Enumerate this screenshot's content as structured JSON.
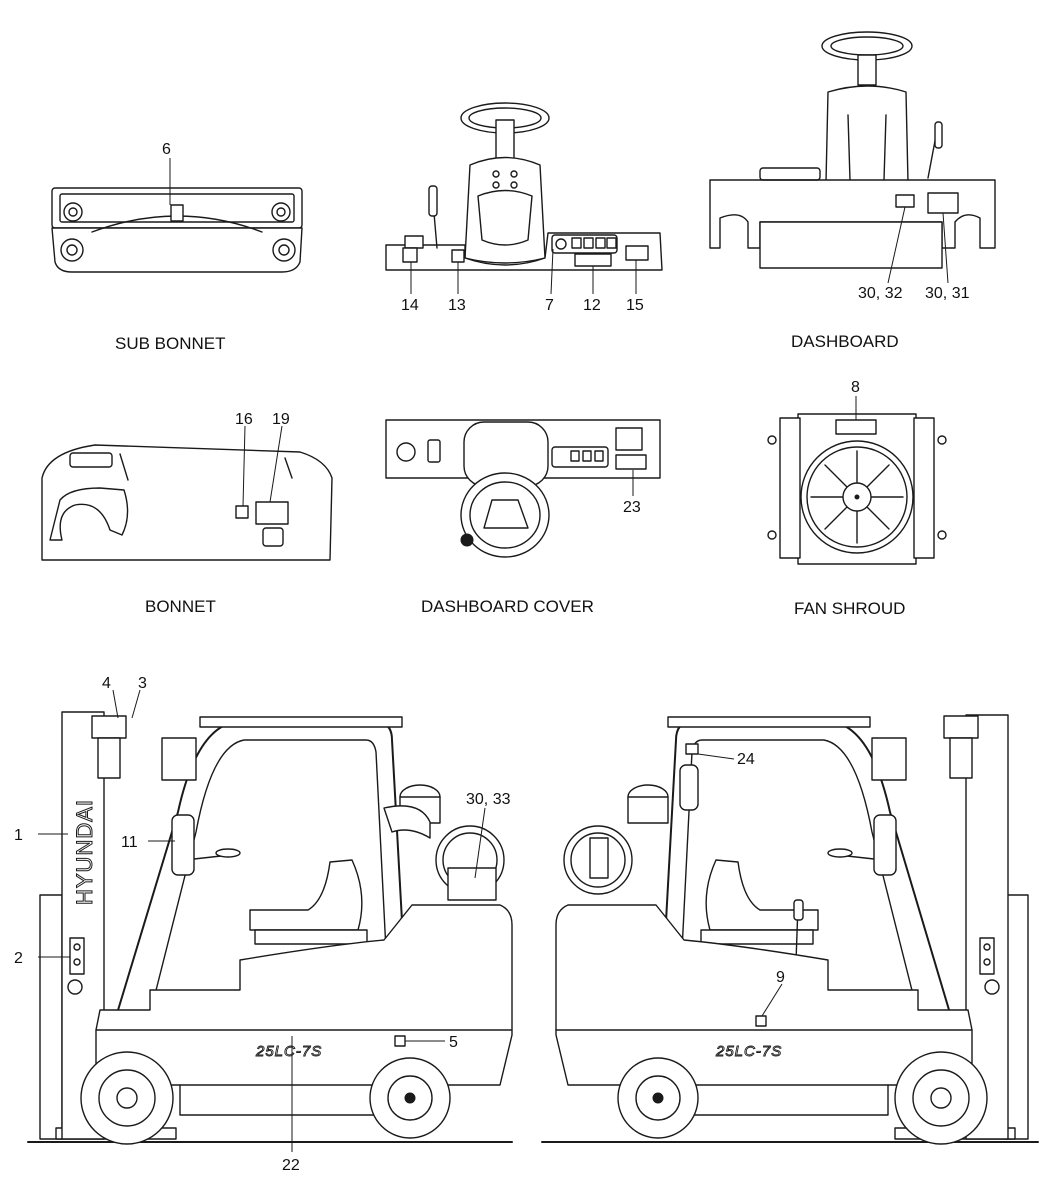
{
  "captions": {
    "sub_bonnet": "SUB BONNET",
    "dashboard": "DASHBOARD",
    "bonnet": "BONNET",
    "dashboard_cover": "DASHBOARD COVER",
    "fan_shroud": "FAN SHROUD"
  },
  "callouts": {
    "c1": "1",
    "c2": "2",
    "c3": "3",
    "c4": "4",
    "c5": "5",
    "c6": "6",
    "c7": "7",
    "c8": "8",
    "c9": "9",
    "c11": "11",
    "c12": "12",
    "c13": "13",
    "c14": "14",
    "c15": "15",
    "c16": "16",
    "c19": "19",
    "c22": "22",
    "c23": "23",
    "c24": "24",
    "c30_32": "30, 32",
    "c30_31": "30, 31",
    "c30_33": "30, 33"
  },
  "markings": {
    "mast_brand": "HYUNDAI",
    "model_left": "25LC-7S",
    "model_right": "25LC-7S"
  },
  "colors": {
    "line": "#1a1a1a",
    "background": "#ffffff"
  }
}
